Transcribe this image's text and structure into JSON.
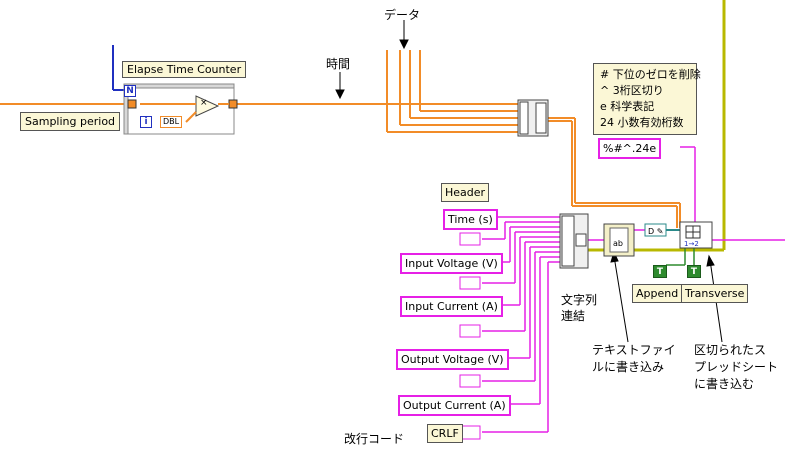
{
  "annotations": {
    "data": "データ",
    "time": "時間",
    "concat": [
      "文字列",
      "連結"
    ],
    "write_text": [
      "テキストファイ",
      "ルに書き込み"
    ],
    "write_spreadsheet": [
      "区切られたス",
      "プレッドシート",
      "に書き込む"
    ],
    "newline": "改行コード"
  },
  "nodes": {
    "elapse_time_counter": "Elapse Time Counter",
    "sampling_period": "Sampling period",
    "n_terminal": "N",
    "i_terminal": "i",
    "dbl_label": "DBL",
    "multiply": "×",
    "header": "Header",
    "append": "Append",
    "transverse": "Transverse",
    "true_const": "T",
    "crlf": "CRLF"
  },
  "format_comment": [
    "# 下位のゼロを削除",
    "^ 3桁区切り",
    "e 科学表記",
    "24 小数有効桁数"
  ],
  "format_string": "%#^.24e",
  "header_strings": [
    "Time (s)",
    "Input Voltage (V)",
    "Input Current (A)",
    "Output Voltage (V)",
    "Output Current (A)"
  ],
  "colors": {
    "numeric_wire": "#f28c28",
    "string_wire": "#e620e6",
    "boolean_wire": "#2e8b2e",
    "loop_border": "#b8b800",
    "index_wire": "#2030c0"
  }
}
